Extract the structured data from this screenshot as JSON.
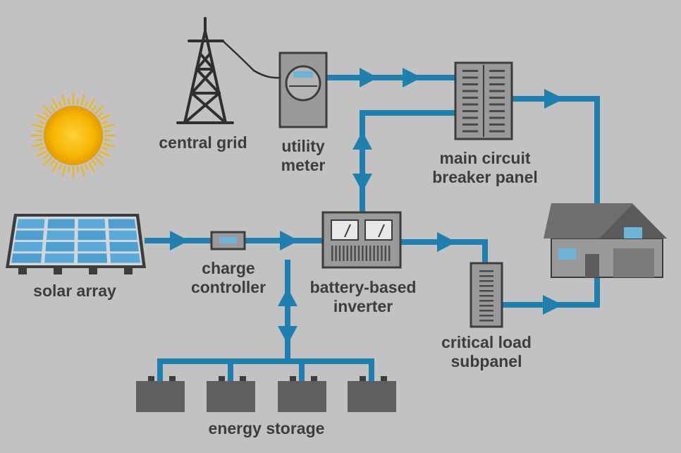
{
  "labels": {
    "central_grid": "central grid",
    "utility_meter": [
      "utility",
      "meter"
    ],
    "main_panel": [
      "main circuit",
      "breaker panel"
    ],
    "solar_array": "solar array",
    "charge_controller": [
      "charge",
      "controller"
    ],
    "inverter": [
      "battery-based",
      "inverter"
    ],
    "critical_load": [
      "critical load",
      "subpanel"
    ],
    "energy_storage": "energy storage"
  },
  "colors": {
    "background": "#c2c2c2",
    "flow": "#1f7fae",
    "dark": "#3d3d3d",
    "device": "#9a9a9a",
    "accent": "#6fb3d8",
    "sun": "#f5b400"
  },
  "icons": [
    "sun-icon",
    "transmission-tower-icon",
    "solar-panel-icon",
    "house-icon",
    "battery-icon",
    "meter-icon",
    "inverter-icon",
    "breaker-panel-icon",
    "subpanel-icon",
    "charge-controller-icon"
  ]
}
